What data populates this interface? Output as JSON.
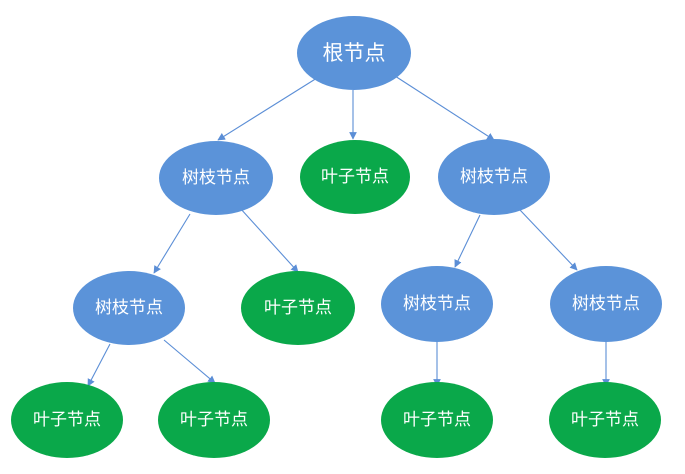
{
  "colors": {
    "branch_fill": "#5b93d9",
    "leaf_fill": "#0aa84a",
    "edge": "#5b8ed6"
  },
  "nodes": {
    "root": {
      "label": "根节点"
    },
    "branch_l1_left": {
      "label": "树枝节点"
    },
    "leaf_l1_mid": {
      "label": "叶子节点"
    },
    "branch_l1_right": {
      "label": "树枝节点"
    },
    "branch_l2_left": {
      "label": "树枝节点"
    },
    "leaf_l2_mid": {
      "label": "叶子节点"
    },
    "branch_l2_rleft": {
      "label": "树枝节点"
    },
    "branch_l2_rright": {
      "label": "树枝节点"
    },
    "leaf_l3_1": {
      "label": "叶子节点"
    },
    "leaf_l3_2": {
      "label": "叶子节点"
    },
    "leaf_l3_3": {
      "label": "叶子节点"
    },
    "leaf_l3_4": {
      "label": "叶子节点"
    }
  }
}
